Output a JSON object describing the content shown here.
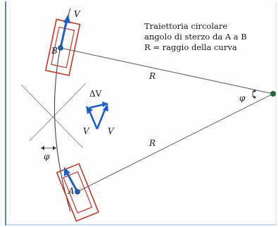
{
  "caption": {
    "line1": "Traiettoria circolare",
    "line2": "angolo di sterzo da A a B",
    "line3": "R = raggio della curva"
  },
  "labels": {
    "radius_top": "R",
    "radius_bottom": "R",
    "angle_center": "φ",
    "angle_side": "φ",
    "point_a": "A",
    "point_b": "B",
    "velocity_top": "V",
    "delta_v": "ΔV",
    "v_left": "V",
    "v_right": "V"
  },
  "colors": {
    "frame_border": "#2a5fc0",
    "vehicle_outline": "#c0392b",
    "vector_blue": "#1f5fbf",
    "center_dot": "#1e6b3a",
    "line": "#444444"
  }
}
